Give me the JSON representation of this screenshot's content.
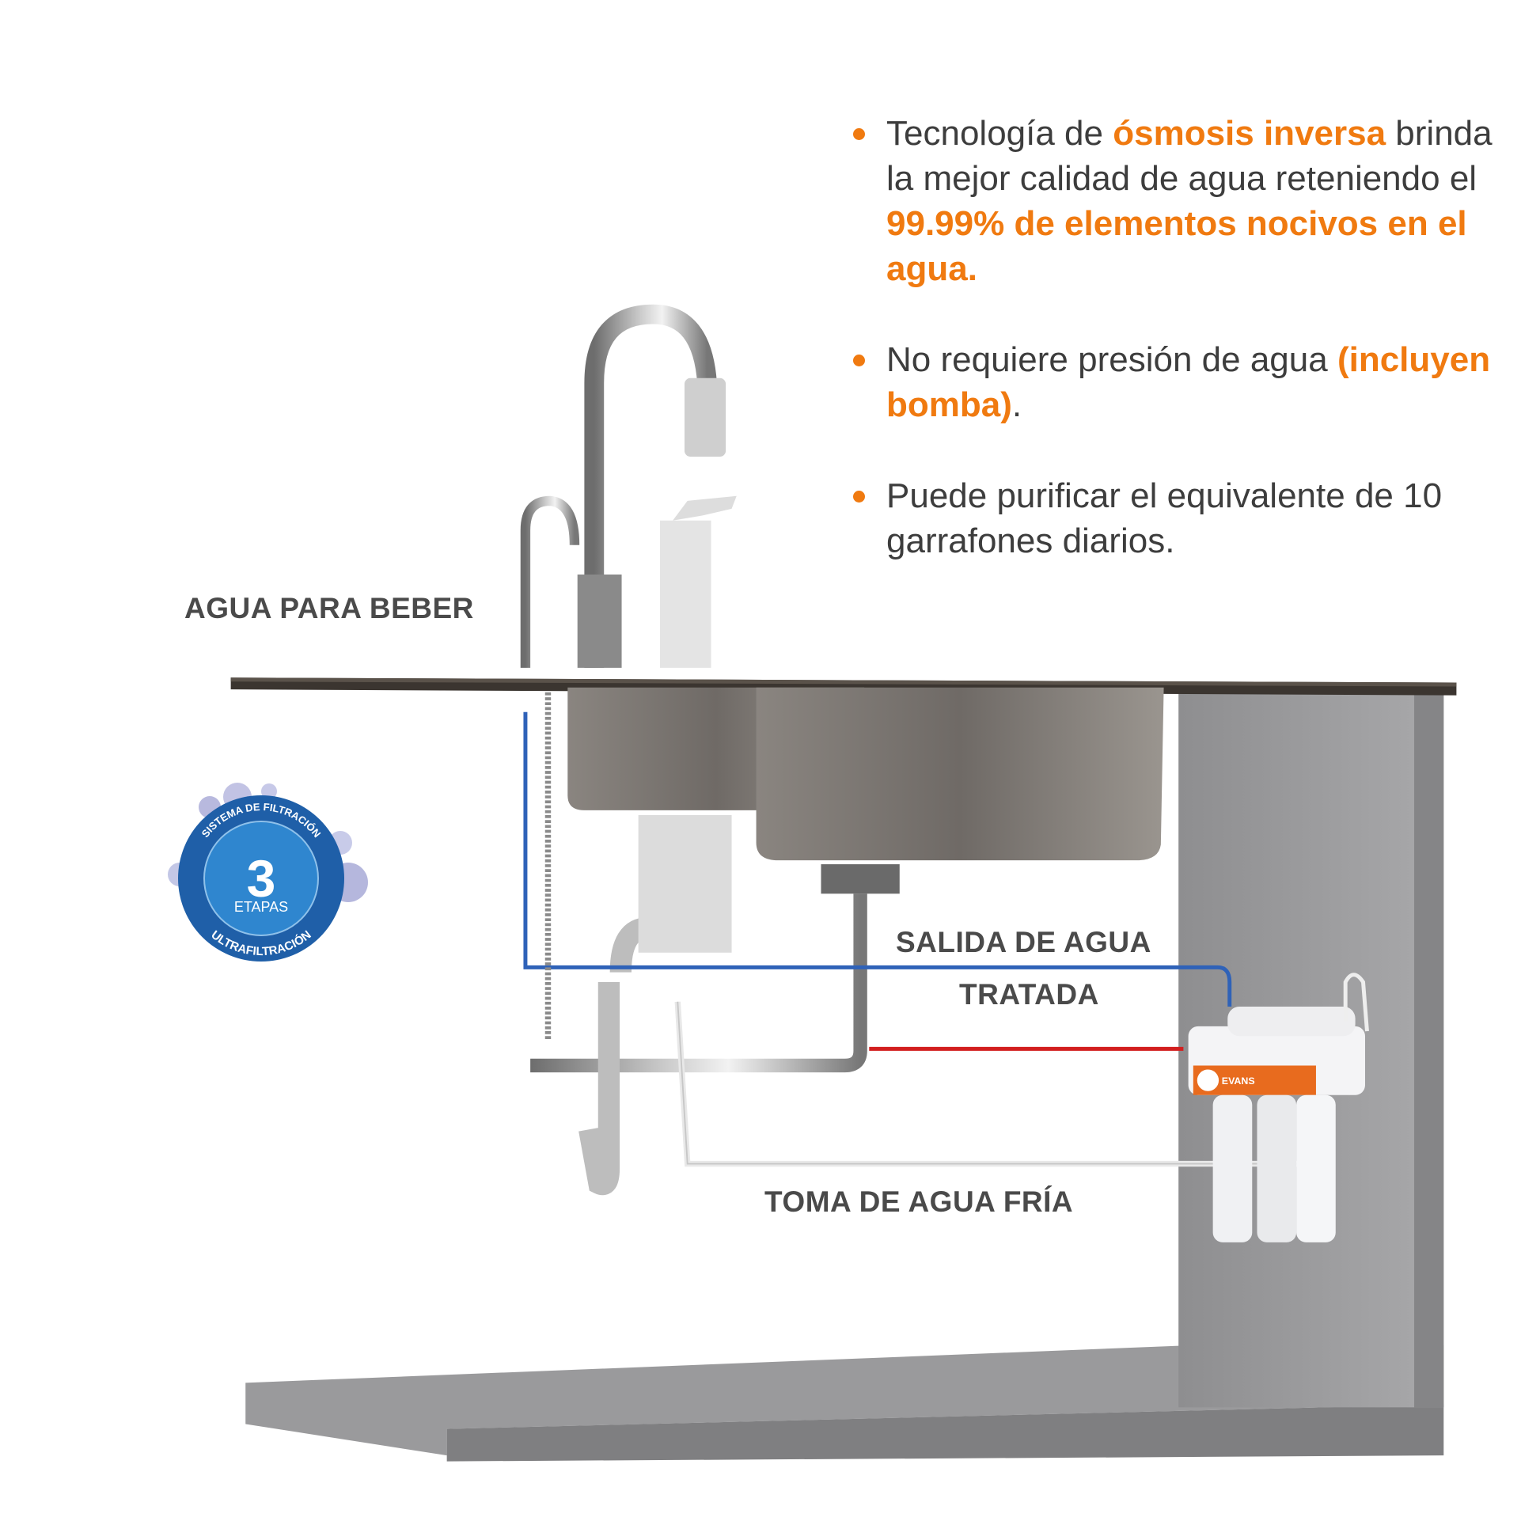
{
  "features": [
    {
      "parts": [
        {
          "text": "Tecnología de ",
          "highlight": false
        },
        {
          "text": "ósmosis inversa",
          "highlight": true
        },
        {
          "text": " brinda la mejor calidad de agua reteniendo el ",
          "highlight": false
        },
        {
          "text": "99.99% de elementos nocivos en el agua.",
          "highlight": true
        }
      ]
    },
    {
      "parts": [
        {
          "text": "No requiere presión de agua ",
          "highlight": false
        },
        {
          "text": "(incluyen bomba)",
          "highlight": true
        },
        {
          "text": ".",
          "highlight": false
        }
      ]
    },
    {
      "parts": [
        {
          "text": "Puede purificar el equivalente de 10 garrafones diarios.",
          "highlight": false
        }
      ]
    }
  ],
  "labels": {
    "drinking_water": "AGUA PARA BEBER",
    "treated_output_line1": "SALIDA DE AGUA",
    "treated_output_line2": "TRATADA",
    "cold_water_intake": "TOMA DE AGUA FRÍA"
  },
  "badge": {
    "top_text": "SISTEMA DE FILTRACIÓN",
    "number": "3",
    "stages": "ETAPAS",
    "bottom_text": "ULTRAFILTRACIÓN"
  },
  "filter_brand": "EVANS",
  "colors": {
    "accent": "#f07a10",
    "treated_line": "#2f62b8",
    "hot_line": "#d21f1f",
    "badge_blue": "#1f5fa8"
  }
}
